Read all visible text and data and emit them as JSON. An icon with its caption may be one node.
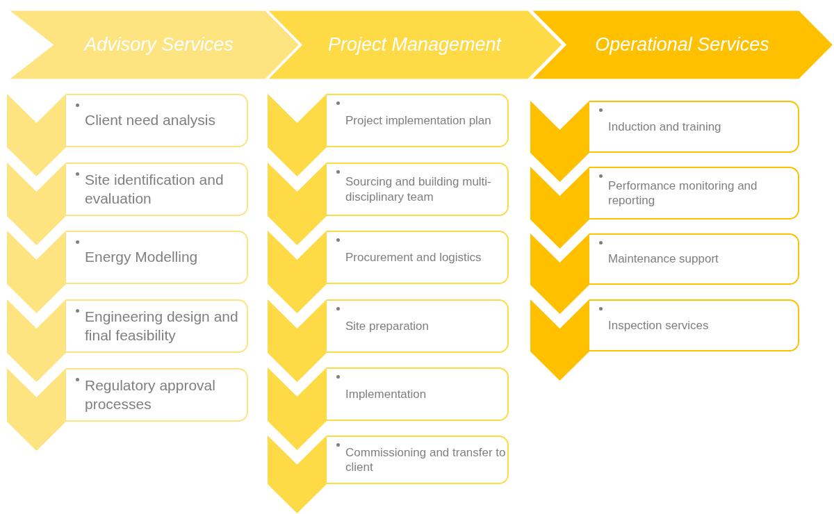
{
  "diagram": {
    "nodes": [
      {
        "text": [
          "Advisory Services"
        ]
      },
      {
        "text": [
          "Project Management"
        ]
      },
      {
        "text": [
          "Operational Services"
        ]
      },
      {
        "text": [
          "Client need analysis"
        ]
      },
      {
        "text": [
          "Site identification and evaluation"
        ]
      },
      {
        "text": [
          "Energy Modelling"
        ]
      },
      {
        "text": [
          "Engineering design and final feasibility"
        ]
      },
      {
        "text": [
          "Regulatory approval processes"
        ]
      },
      {
        "text": [
          "Project implementation plan"
        ]
      },
      {
        "text": [
          "Sourcing and building multi-disciplinary team"
        ]
      },
      {
        "text": [
          "Procurement and logistics"
        ]
      },
      {
        "text": [
          "Site preparation"
        ]
      },
      {
        "text": [
          "Implementation"
        ]
      },
      {
        "text": [
          "Commissioning and transfer to client"
        ]
      },
      {
        "text": [
          "Induction and training"
        ]
      },
      {
        "text": [
          "Performance monitoring and reporting"
        ]
      },
      {
        "text": [
          "Maintenance support"
        ]
      },
      {
        "text": [
          "Inspection services"
        ]
      }
    ]
  }
}
